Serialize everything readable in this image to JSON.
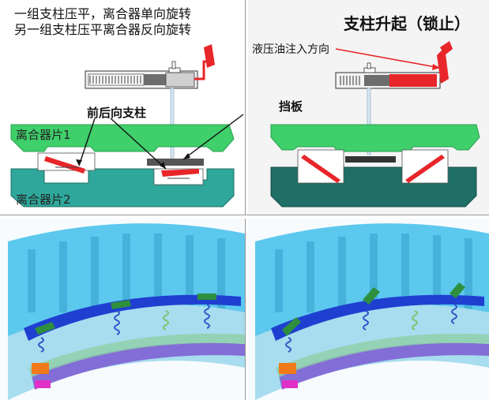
{
  "top_left": {
    "caption_line1": "一组支柱压平，离合器单向旋转",
    "caption_line2": "另一组支柱压平离合器反向旋转",
    "strut_label": "前后向支柱",
    "plate1_label": "离合器片1",
    "plate2_label": "离合器片2"
  },
  "top_right": {
    "title": "支柱升起（锁止）",
    "oil_label": "液压油注入方向",
    "baffle_label": "挡板"
  },
  "colors": {
    "plate_green": "#3fcf6b",
    "plate_teal": "#2fa79a",
    "plate_teal_dark": "#1f6f66",
    "strut_red": "#e8262a",
    "spring_blue": "#3a63c9",
    "ring_cyan": "#5cc8ee",
    "ring_blue": "#1f3fd1"
  }
}
